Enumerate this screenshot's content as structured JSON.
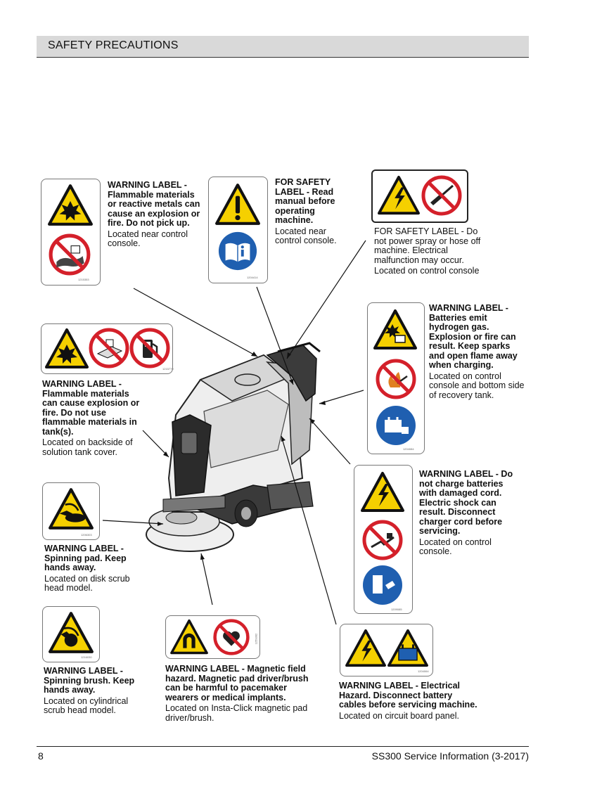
{
  "header": {
    "title": "SAFETY PRECAUTIONS"
  },
  "footer": {
    "page_number": "8",
    "document_title": "SS300 Service Information (3-2017)"
  },
  "labels": [
    {
      "bold": "WARNING LABEL - Flammable materials or reactive metals can cause an explosion or fire. Do not pick up.",
      "location": "Located near control console.",
      "code": "1215353",
      "icons": [
        "explosion-warning-icon",
        "no-metal-pickup-icon"
      ]
    },
    {
      "bold": "FOR SAFETY LABEL - Read manual before operating machine.",
      "location": "Located near control console.",
      "code": "1204414",
      "icons": [
        "general-warning-icon",
        "read-manual-icon"
      ]
    },
    {
      "bold": "FOR SAFETY LABEL - Do not power spray or hose off machine. Electrical malfunction may occur.",
      "location": "Located on control console",
      "icons": [
        "electrical-hazard-icon",
        "no-spray-icon"
      ]
    },
    {
      "bold": "WARNING LABEL - Flammable materials can cause explosion or fire. Do not use flammable materials in tank(s).",
      "location": "Located on backside of solution tank cover.",
      "code": "1215779",
      "icons": [
        "explosion-warning-icon",
        "no-flammable-materials-icon",
        "no-fuel-icon"
      ]
    },
    {
      "bold": "WARNING LABEL - Batteries emit hydrogen gas. Explosion or fire can result. Keep sparks and open flame away when charging.",
      "location": "Located on control console and bottom side of recovery tank.",
      "code": "1204084",
      "icons": [
        "battery-explosion-icon",
        "no-open-flame-icon",
        "battery-charging-icon"
      ]
    },
    {
      "bold": "WARNING LABEL - Spinning pad. Keep hands away.",
      "location": "Located on disk scrub head model.",
      "code": "1206303",
      "icons": [
        "spinning-pad-icon"
      ]
    },
    {
      "bold": "WARNING LABEL - Do not charge batteries with damaged cord. Electric shock can result. Disconnect charger cord before servicing.",
      "location": "Located on control console.",
      "code": "1209085",
      "icons": [
        "electrical-hazard-icon",
        "no-damaged-cord-icon",
        "disconnect-plug-icon"
      ]
    },
    {
      "bold": "WARNING LABEL - Spinning brush. Keep hands away.",
      "location": "Located on cylindrical scrub head model.",
      "code": "1216030",
      "icons": [
        "spinning-brush-icon"
      ]
    },
    {
      "bold": "WARNING LABEL - Magnetic field hazard. Magnetic pad driver/brush can be harmful to pacemaker wearers or medical implants.",
      "location": "Located on Insta-Click magnetic pad driver/brush.",
      "code": "1259302",
      "icons": [
        "magnetic-field-icon",
        "no-pacemaker-icon"
      ]
    },
    {
      "bold": "WARNING LABEL - Electrical Hazard. Disconnect battery cables before servicing machine.",
      "location": "Located on circuit board panel.",
      "code": "1204064",
      "icons": [
        "electrical-hazard-icon",
        "battery-disconnect-icon"
      ]
    }
  ],
  "colors": {
    "warning_yellow": "#f5d000",
    "prohibition_red": "#d4202a",
    "mandatory_blue": "#1f5fb0",
    "header_gray": "#d9d9d9"
  }
}
